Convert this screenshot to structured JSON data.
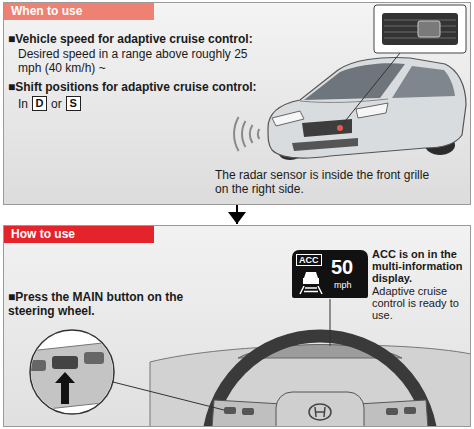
{
  "diagram": {
    "nodes": [
      {
        "text": [
          "When to use"
        ]
      },
      {
        "text": [
          "D"
        ],
        "in": 0
      },
      {
        "text": [
          "S"
        ],
        "in": 0
      },
      {
        "text": [
          "How to use"
        ]
      },
      {
        "text": [
          "ACC",
          "50",
          "mph"
        ],
        "in": 3
      }
    ],
    "edges": [
      {
        "from": 0,
        "to": 3,
        "arrow": "to"
      }
    ],
    "labels": [
      "■Vehicle speed for adaptive cruise control:",
      "Desired speed in a range above roughly 25 mph (40 km/h) ~",
      "■Shift positions for adaptive cruise control:",
      "In",
      "or",
      "The radar sensor is inside the front grille on the right side.",
      "■Press the MAIN button on the steering wheel.",
      "ACC is on in the multi-information display.",
      "Adaptive cruise control is ready to use."
    ]
  }
}
